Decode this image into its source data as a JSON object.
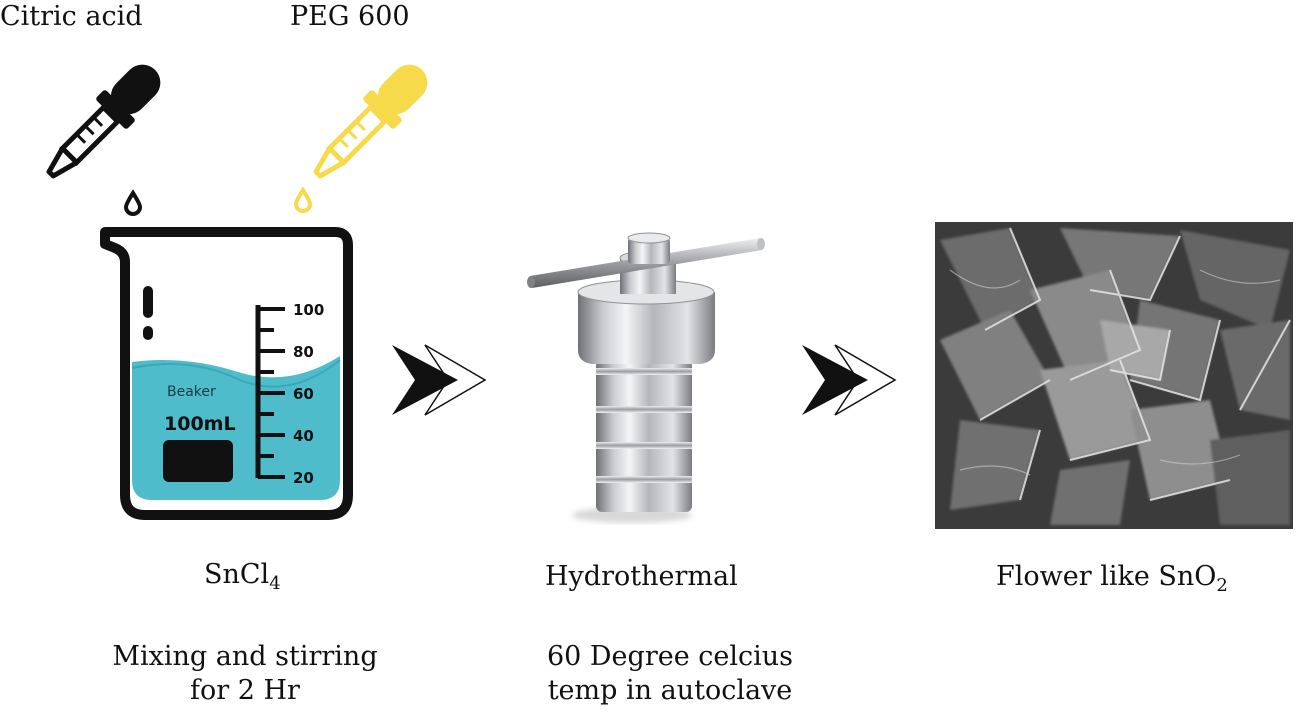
{
  "reagents": {
    "left_label": "Citric acid",
    "right_label": "PEG 600"
  },
  "beaker": {
    "title": "Beaker",
    "capacity": "100mL",
    "scale": [
      "100",
      "80",
      "60",
      "40",
      "20"
    ],
    "liquid_color": "#4fbccc",
    "left_dropper_color": "#111111",
    "right_dropper_color": "#f7da4a"
  },
  "step1": {
    "compound_base": "SnCl",
    "compound_sub": "4",
    "description_line1": "Mixing and stirring",
    "description_line2": "for 2 Hr"
  },
  "step2": {
    "name": "Hydrothermal",
    "description_line1": "60 Degree celcius",
    "description_line2": "temp in autoclave",
    "icon": "autoclave-icon"
  },
  "step3": {
    "product_prefix": "Flower like SnO",
    "product_sub": "2",
    "icon": "sem-flower-image"
  },
  "arrows": [
    "double-chevron-arrow-icon",
    "double-chevron-arrow-icon"
  ]
}
